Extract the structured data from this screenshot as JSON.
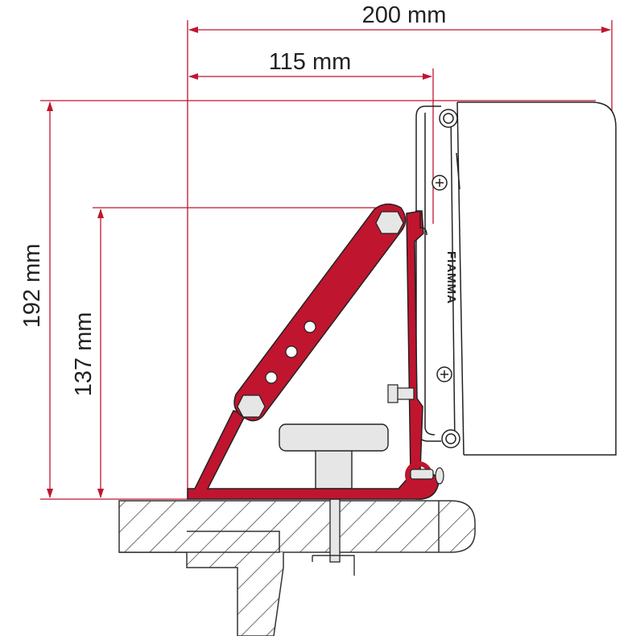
{
  "dimensions": {
    "width_total": "200 mm",
    "width_bracket": "115 mm",
    "height_total": "192 mm",
    "height_bracket": "137 mm"
  },
  "logo": {
    "text": "FIAMMA"
  },
  "colors": {
    "bracket_red": "#c0152f",
    "dimension_line": "#c0152f",
    "outline": "#222222",
    "part_fill": "#e6e6e6"
  }
}
